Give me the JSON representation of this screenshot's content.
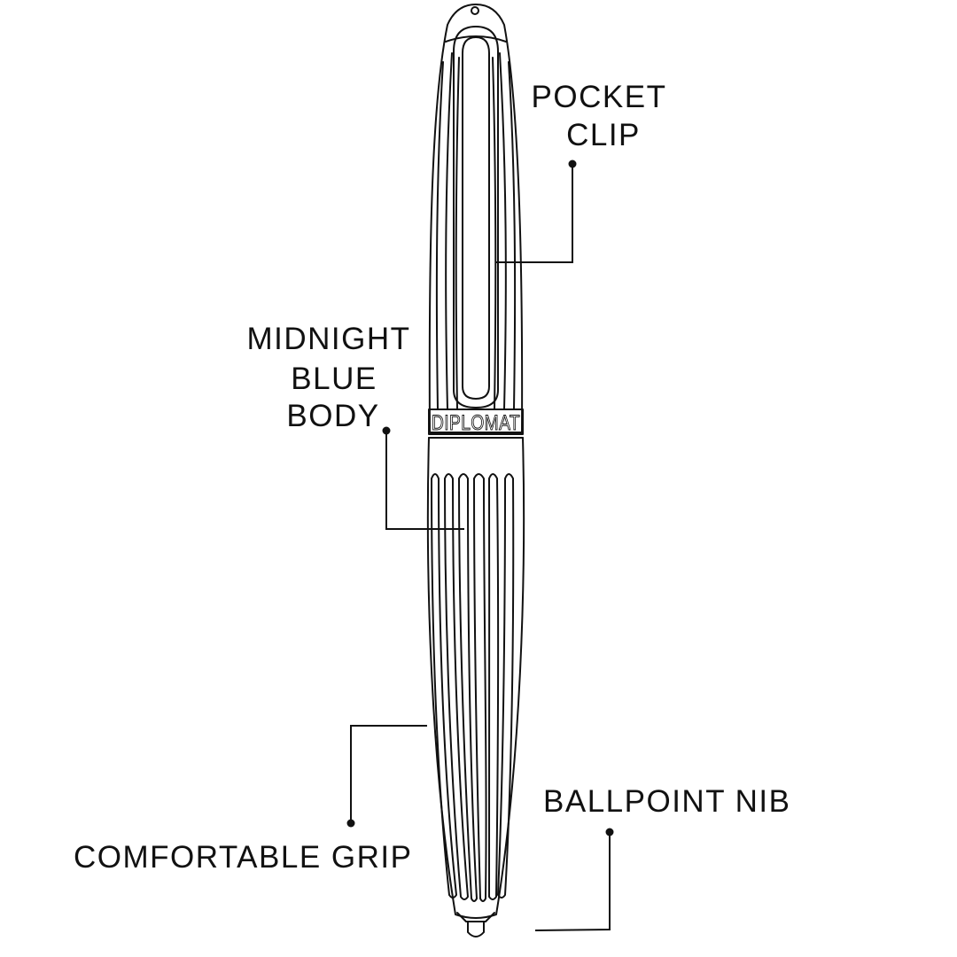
{
  "diagram": {
    "pen": {
      "brand_logo": "DIPLOMAT",
      "stroke_color": "#111111",
      "background": "#ffffff"
    },
    "callouts": [
      {
        "id": "pocket-clip",
        "lines": [
          "POCKET",
          "CLIP"
        ]
      },
      {
        "id": "body",
        "lines": [
          "MIDNIGHT",
          "BLUE",
          "BODY"
        ]
      },
      {
        "id": "grip",
        "lines": [
          "COMFORTABLE GRIP"
        ]
      },
      {
        "id": "nib",
        "lines": [
          "BALLPOINT NIB"
        ]
      }
    ]
  }
}
